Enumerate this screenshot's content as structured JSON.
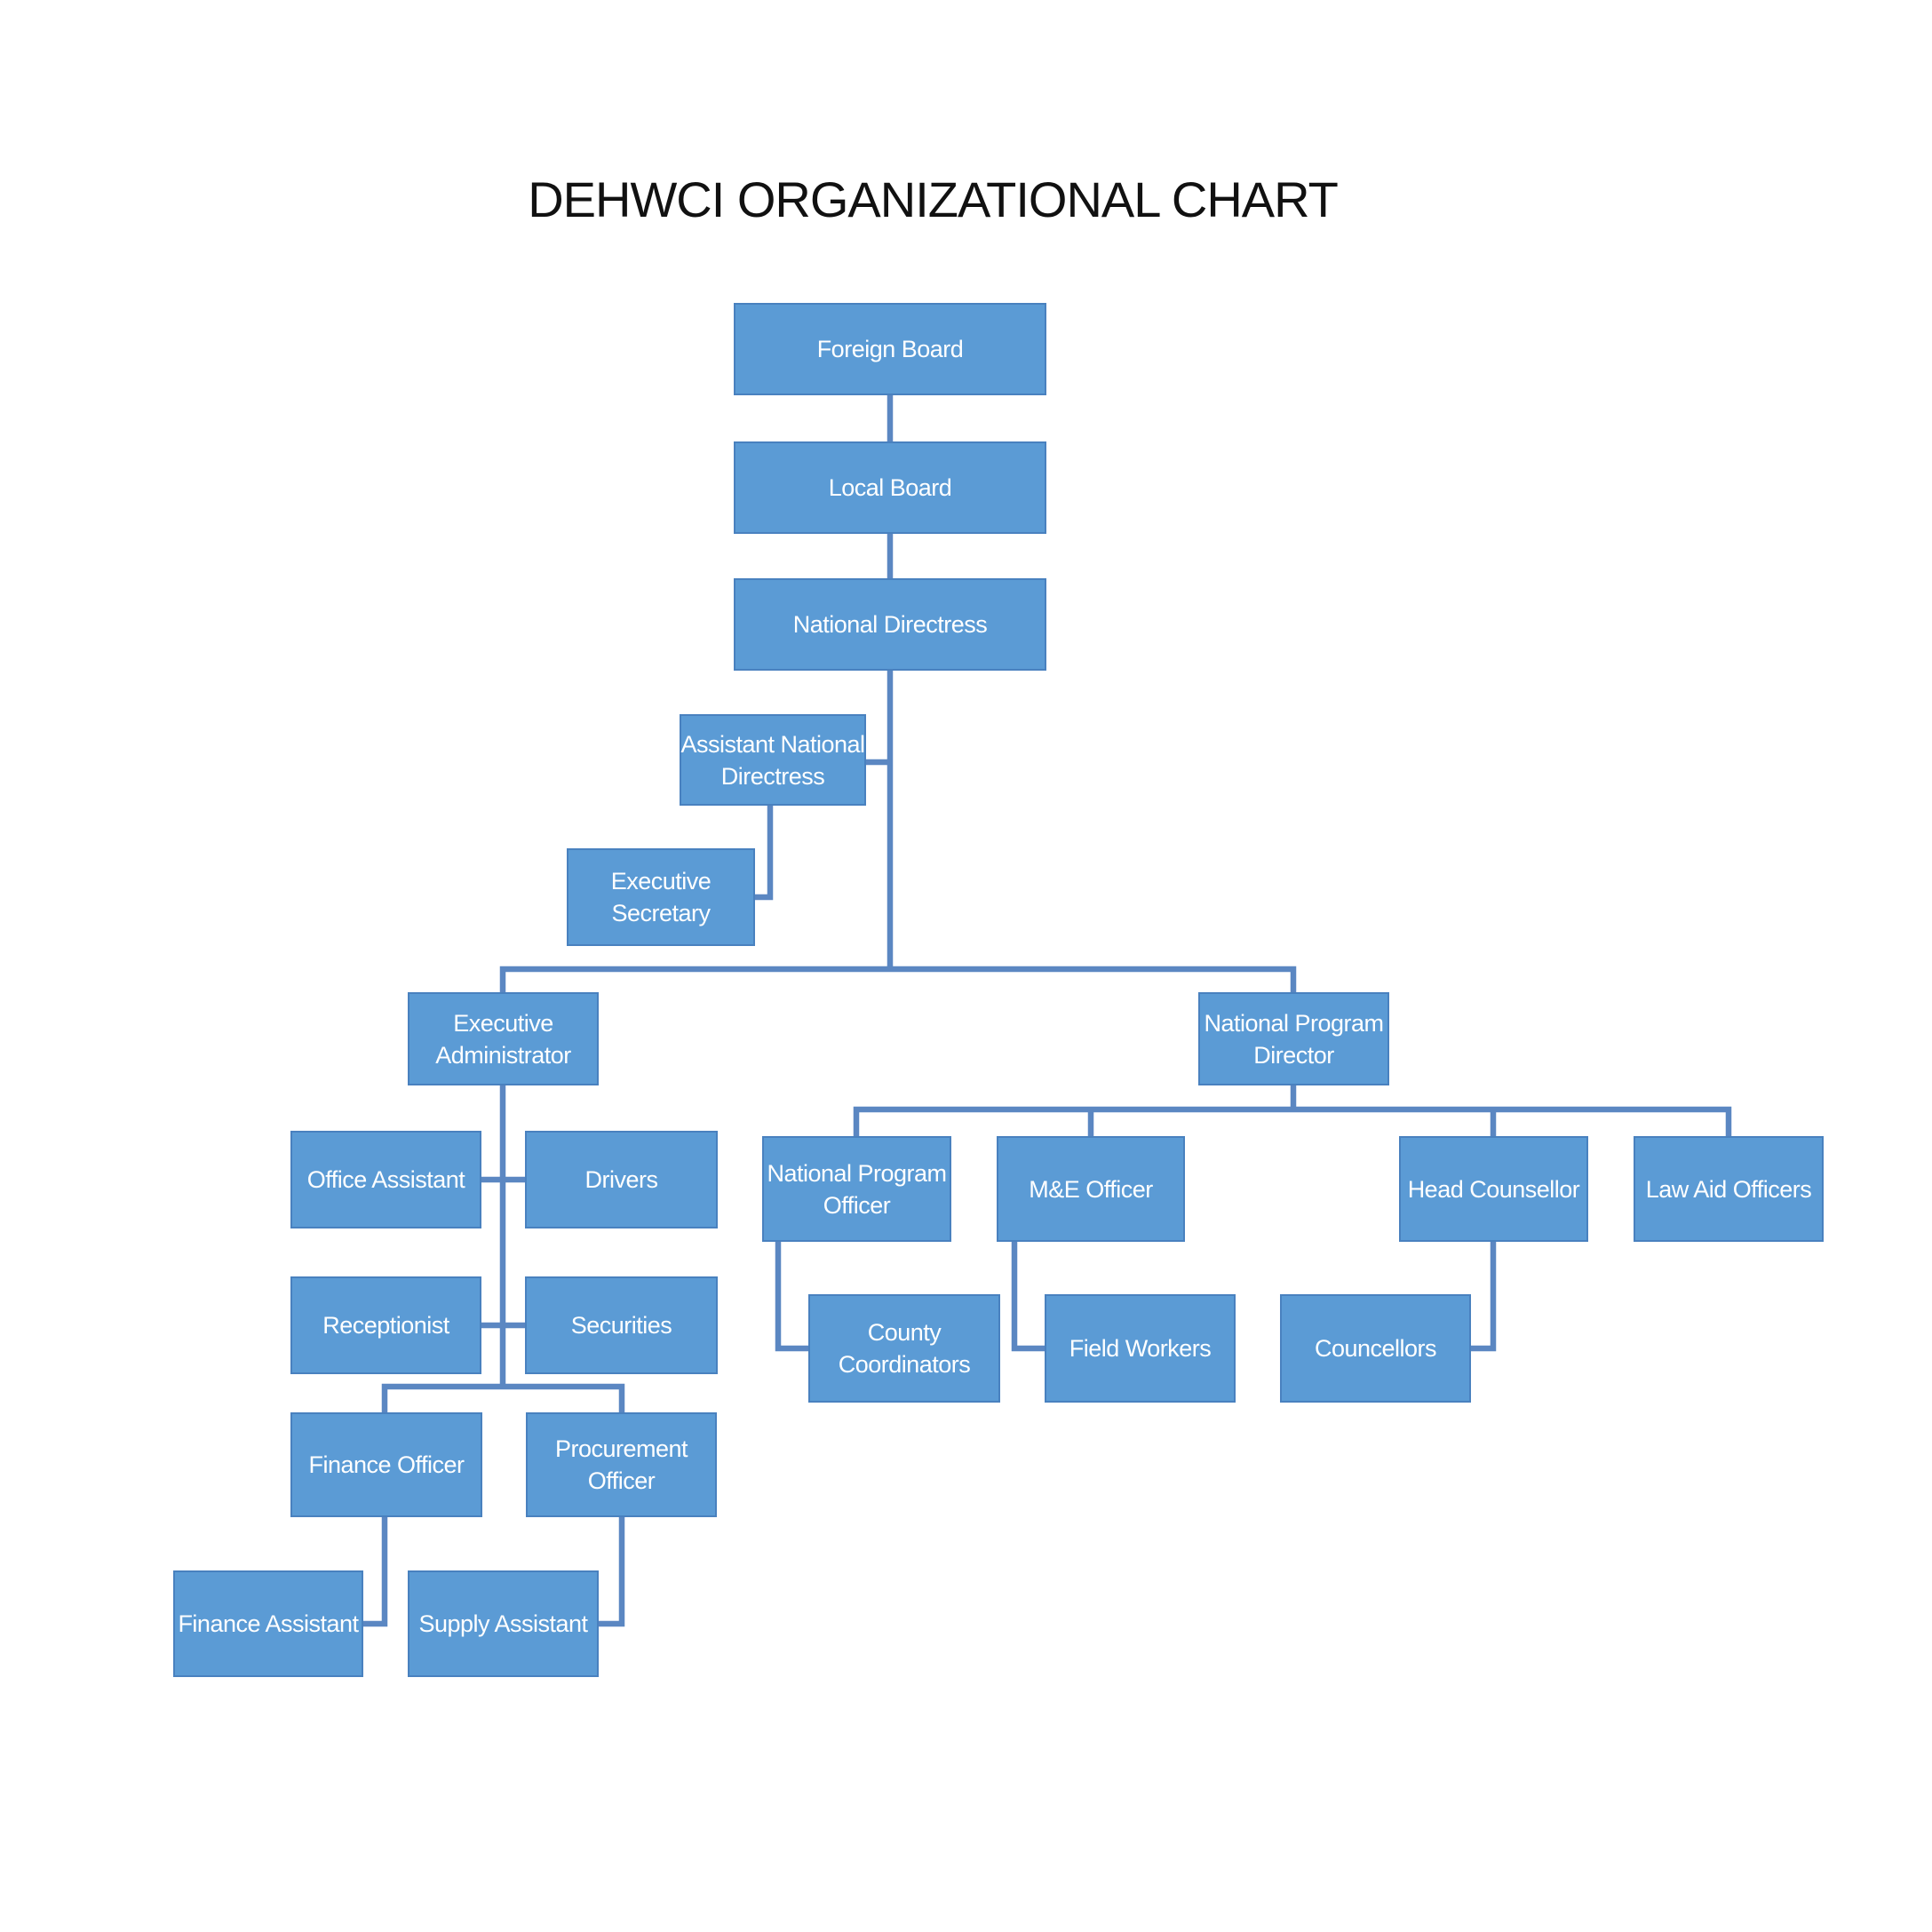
{
  "title": "DEHWCI ORGANIZATIONAL CHART",
  "colors": {
    "background": "#ffffff",
    "title_text": "#111111",
    "box_fill": "#5b9bd5",
    "box_border": "#4981bf",
    "box_text": "#ffffff",
    "connector": "#5b87c2"
  },
  "nodes": [
    {
      "id": "foreign-board",
      "label": "Foreign Board",
      "reports_to": null
    },
    {
      "id": "local-board",
      "label": "Local Board",
      "reports_to": "foreign-board"
    },
    {
      "id": "national-directress",
      "label": "National Directress",
      "reports_to": "local-board"
    },
    {
      "id": "assistant-national-directress",
      "label": "Assistant National\nDirectress",
      "reports_to": "national-directress"
    },
    {
      "id": "executive-secretary",
      "label": "Executive\nSecretary",
      "reports_to": "assistant-national-directress"
    },
    {
      "id": "executive-administrator",
      "label": "Executive\nAdministrator",
      "reports_to": "national-directress"
    },
    {
      "id": "national-program-director",
      "label": "National Program\nDirector",
      "reports_to": "national-directress"
    },
    {
      "id": "office-assistant",
      "label": "Office Assistant",
      "reports_to": "executive-administrator"
    },
    {
      "id": "drivers",
      "label": "Drivers",
      "reports_to": "executive-administrator"
    },
    {
      "id": "receptionist",
      "label": "Receptionist",
      "reports_to": "executive-administrator"
    },
    {
      "id": "securities",
      "label": "Securities",
      "reports_to": "executive-administrator"
    },
    {
      "id": "finance-officer",
      "label": "Finance Officer",
      "reports_to": "executive-administrator"
    },
    {
      "id": "procurement-officer",
      "label": "Procurement\nOfficer",
      "reports_to": "executive-administrator"
    },
    {
      "id": "finance-assistant",
      "label": "Finance Assistant",
      "reports_to": "finance-officer"
    },
    {
      "id": "supply-assistant",
      "label": "Supply Assistant",
      "reports_to": "procurement-officer"
    },
    {
      "id": "national-program-officer",
      "label": "National Program\nOfficer",
      "reports_to": "national-program-director"
    },
    {
      "id": "me-officer",
      "label": "M&E Officer",
      "reports_to": "national-program-director"
    },
    {
      "id": "head-counsellor",
      "label": "Head Counsellor",
      "reports_to": "national-program-director"
    },
    {
      "id": "law-aid-officers",
      "label": "Law Aid Officers",
      "reports_to": "national-program-director"
    },
    {
      "id": "county-coordinators",
      "label": "County\nCoordinators",
      "reports_to": "national-program-officer"
    },
    {
      "id": "field-workers",
      "label": "Field Workers",
      "reports_to": "me-officer"
    },
    {
      "id": "councellors",
      "label": "Councellors",
      "reports_to": "head-counsellor"
    }
  ]
}
